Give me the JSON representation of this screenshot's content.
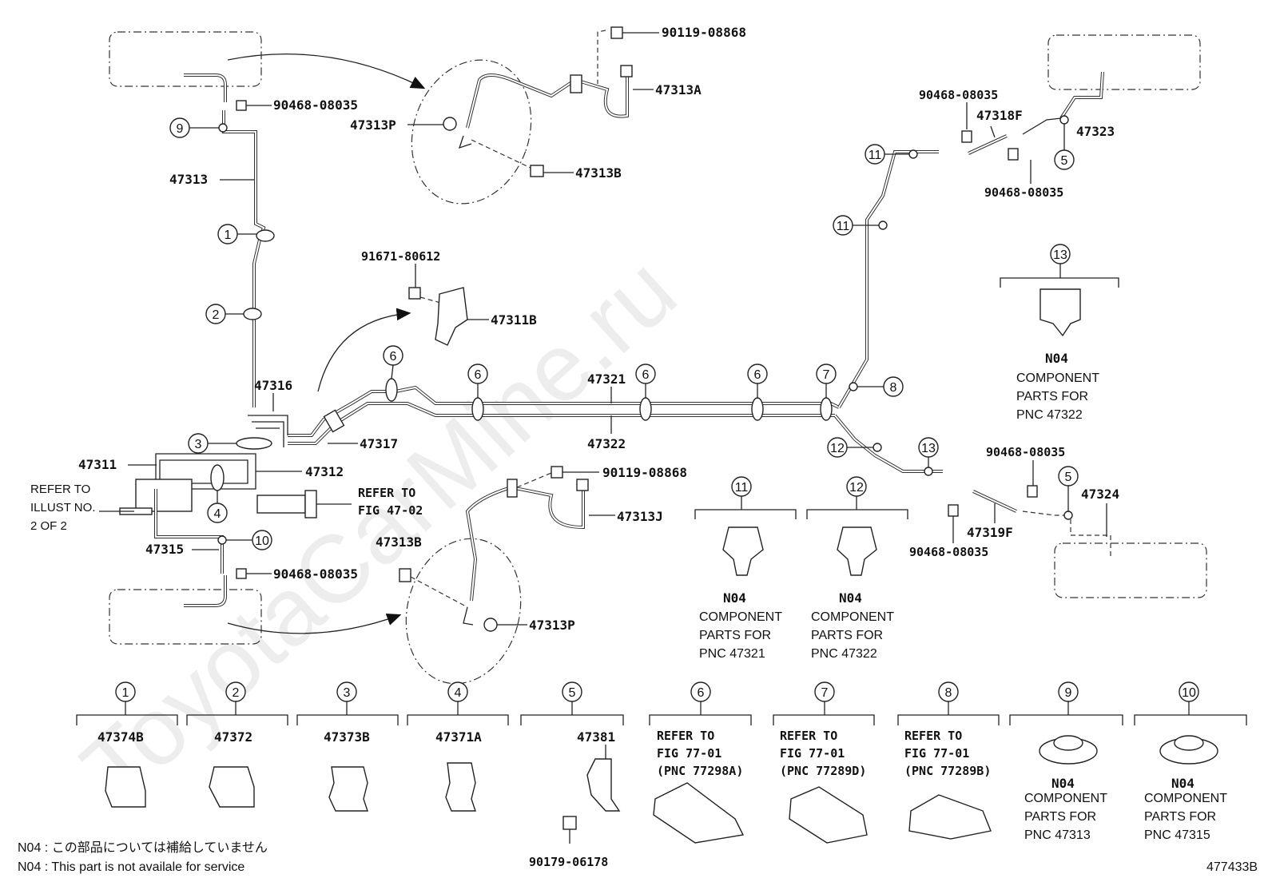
{
  "watermark": "ToyotaCarMine.ru",
  "figure_id": "477433B",
  "part_labels": {
    "p90119_top": "90119-08868",
    "p47313A": "47313A",
    "p47313P_top": "47313P",
    "p47313B_top": "47313B",
    "p90468_tl": "90468-08035",
    "p47313": "47313",
    "p91671": "91671-80612",
    "p47311B": "47311B",
    "p47316": "47316",
    "p47317": "47317",
    "p47311": "47311",
    "p47312": "47312",
    "p47315": "47315",
    "p90468_bl": "90468-08035",
    "p47321": "47321",
    "p47322": "47322",
    "p90119_mid": "90119-08868",
    "p47313J": "47313J",
    "p47313B_bot": "47313B",
    "p47313P_bot": "47313P",
    "p90468_tr": "90468-08035",
    "p47318F": "47318F",
    "p47323": "47323",
    "p90468_tr2": "90468-08035",
    "p90468_mr": "90468-08035",
    "p47324": "47324",
    "p47319F": "47319F",
    "p90468_mr2": "90468-08035"
  },
  "refs": {
    "refer_to_fig": "REFER TO",
    "fig_47_02": "FIG 47-02",
    "illust_1": "REFER TO",
    "illust_2": "ILLUST NO.",
    "illust_3": "2 OF 2"
  },
  "callout_numbers": [
    "1",
    "2",
    "3",
    "4",
    "5",
    "6",
    "7",
    "8",
    "9",
    "10",
    "11",
    "12",
    "13"
  ],
  "mid_components": {
    "c11": {
      "num": "11",
      "code": "N04",
      "l1": "COMPONENT",
      "l2": "PARTS FOR",
      "l3": "PNC 47321"
    },
    "c12": {
      "num": "12",
      "code": "N04",
      "l1": "COMPONENT",
      "l2": "PARTS FOR",
      "l3": "PNC 47322"
    },
    "c13": {
      "num": "13",
      "code": "N04",
      "l1": "COMPONENT",
      "l2": "PARTS FOR",
      "l3": "PNC 47322"
    }
  },
  "bottom_row": [
    {
      "num": "1",
      "part": "47374B"
    },
    {
      "num": "2",
      "part": "47372"
    },
    {
      "num": "3",
      "part": "47373B"
    },
    {
      "num": "4",
      "part": "47371A"
    },
    {
      "num": "5",
      "part": "47381",
      "extra": "90179-06178"
    },
    {
      "num": "6",
      "l1": "REFER TO",
      "l2": "FIG 77-01",
      "l3": "(PNC 77298A)"
    },
    {
      "num": "7",
      "l1": "REFER TO",
      "l2": "FIG 77-01",
      "l3": "(PNC 77289D)"
    },
    {
      "num": "8",
      "l1": "REFER TO",
      "l2": "FIG 77-01",
      "l3": "(PNC 77289B)"
    },
    {
      "num": "9",
      "code": "N04",
      "l1": "COMPONENT",
      "l2": "PARTS FOR",
      "l3": "PNC 47313"
    },
    {
      "num": "10",
      "code": "N04",
      "l1": "COMPONENT",
      "l2": "PARTS FOR",
      "l3": "PNC 47315"
    }
  ],
  "footnotes": {
    "jp": "N04 : この部品については補給していません",
    "en": "N04 : This part is not availale for service"
  }
}
